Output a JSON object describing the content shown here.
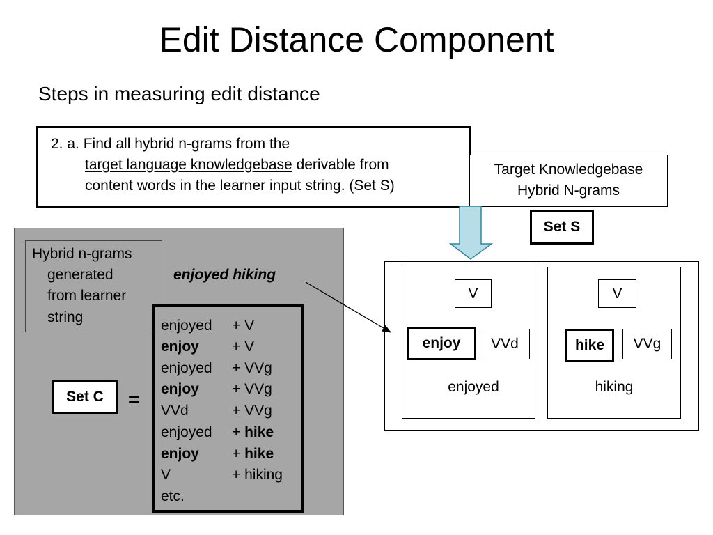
{
  "title": "Edit Distance Component",
  "subtitle": "Steps in measuring edit distance",
  "step": {
    "line1": "2. a. Find all hybrid n-grams from the",
    "link_text": "target language knowledgebase",
    "line2_rest": " derivable from",
    "line3": "content words in the learner input string. (Set S)"
  },
  "knowledgebase": {
    "line1": "Target Knowledgebase",
    "line2": "Hybrid N-grams"
  },
  "set_s_label": "Set S",
  "hybrid_label": [
    "Hybrid n-grams",
    "generated",
    "from learner",
    "string"
  ],
  "example_phrase": "enjoyed hiking",
  "set_c_label": "Set C",
  "equals": "=",
  "ngram_rows": [
    {
      "left": "enjoyed",
      "right": "+ V"
    },
    {
      "left": "enjoy",
      "right": "+ V"
    },
    {
      "left": "enjoyed",
      "right": "+ VVg"
    },
    {
      "left": "enjoy",
      "right": "+ VVg"
    },
    {
      "left": "VVd",
      "right": "+ VVg"
    },
    {
      "left": "enjoyed",
      "right_prefix": "+ ",
      "right_bold": "hike"
    },
    {
      "left": "enjoy",
      "right_prefix": "+ ",
      "right_bold": "hike"
    },
    {
      "left": "V",
      "right": "+ hiking"
    },
    {
      "left": "etc.",
      "right": ""
    }
  ],
  "cards": [
    {
      "pos": "V",
      "lemma": "enjoy",
      "tag": "VVd",
      "word": "enjoyed"
    },
    {
      "pos": "V",
      "lemma": "hike",
      "tag": "VVg",
      "word": "hiking"
    }
  ],
  "colors": {
    "panel_gray": "#a6a6a6",
    "arrow_fill": "#b7dde8",
    "arrow_stroke": "#31859c"
  }
}
